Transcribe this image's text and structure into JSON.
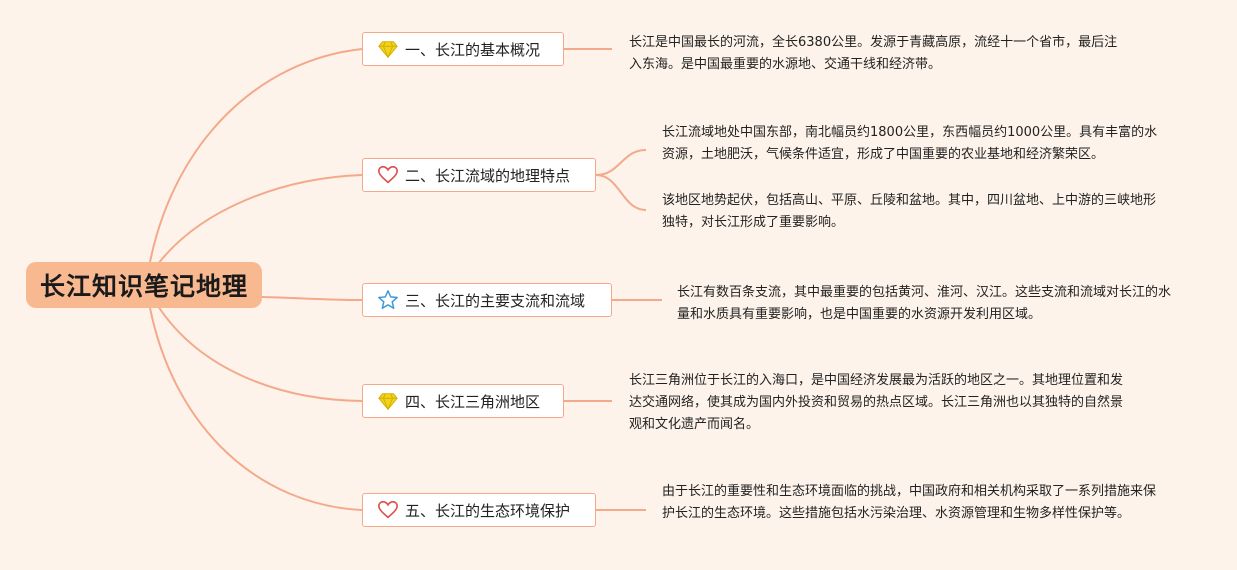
{
  "root": {
    "title": "长江知识笔记地理"
  },
  "branches": [
    {
      "label": "一、长江的基本概况",
      "icon": "diamond-icon",
      "notes": [
        "长江是中国最长的河流，全长6380公里。发源于青藏高原，流经十一个省市，最后注入东海。是中国最重要的水源地、交通干线和经济带。"
      ]
    },
    {
      "label": "二、长江流域的地理特点",
      "icon": "heart-icon",
      "notes": [
        "长江流域地处中国东部，南北幅员约1800公里，东西幅员约1000公里。具有丰富的水资源，土地肥沃，气候条件适宜，形成了中国重要的农业基地和经济繁荣区。",
        "该地区地势起伏，包括高山、平原、丘陵和盆地。其中，四川盆地、上中游的三峡地形独特，对长江形成了重要影响。"
      ]
    },
    {
      "label": "三、长江的主要支流和流域",
      "icon": "star-icon",
      "notes": [
        "长江有数百条支流，其中最重要的包括黄河、淮河、汉江。这些支流和流域对长江的水量和水质具有重要影响，也是中国重要的水资源开发利用区域。"
      ]
    },
    {
      "label": "四、长江三角洲地区",
      "icon": "diamond-icon",
      "notes": [
        "长江三角洲位于长江的入海口，是中国经济发展最为活跃的地区之一。其地理位置和发达交通网络，使其成为国内外投资和贸易的热点区域。长江三角洲也以其独特的自然景观和文化遗产而闻名。"
      ]
    },
    {
      "label": "五、长江的生态环境保护",
      "icon": "heart-icon",
      "notes": [
        "由于长江的重要性和生态环境面临的挑战，中国政府和相关机构采取了一系列措施来保护长江的生态环境。这些措施包括水污染治理、水资源管理和生物多样性保护等。"
      ]
    }
  ],
  "colors": {
    "background": "#fdf3ea",
    "root_fill": "#f9b990",
    "link": "#f4a98a",
    "diamond": "#f2d21a",
    "heart": "#d9534f",
    "star": "#3a9ad9"
  }
}
